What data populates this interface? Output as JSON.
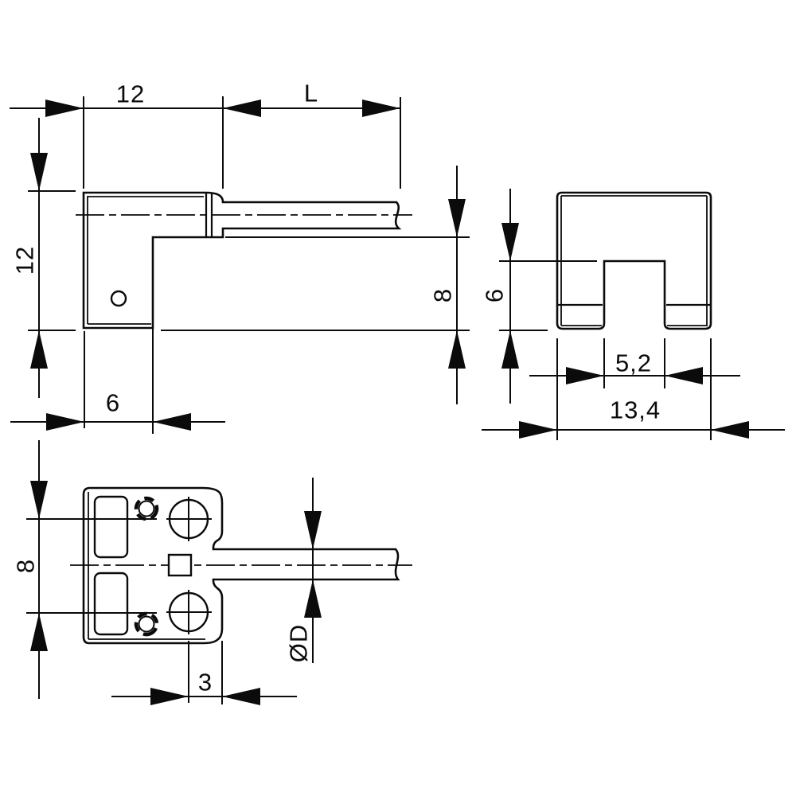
{
  "title": "Technical dimension drawing of right-angle sensor with cable",
  "line_color": "#0b0b0b",
  "background_color": "#ffffff",
  "dimensions": {
    "body_width": "12",
    "cable_length": "L",
    "body_height": "12",
    "lower_body_height": "8",
    "body_depth_step": "6",
    "slot_depth": "6",
    "slot_width": "5,2",
    "housing_width": "13,4",
    "hole_spacing": "8",
    "hole_edge_offset": "3",
    "cable_diameter": "ØD"
  }
}
